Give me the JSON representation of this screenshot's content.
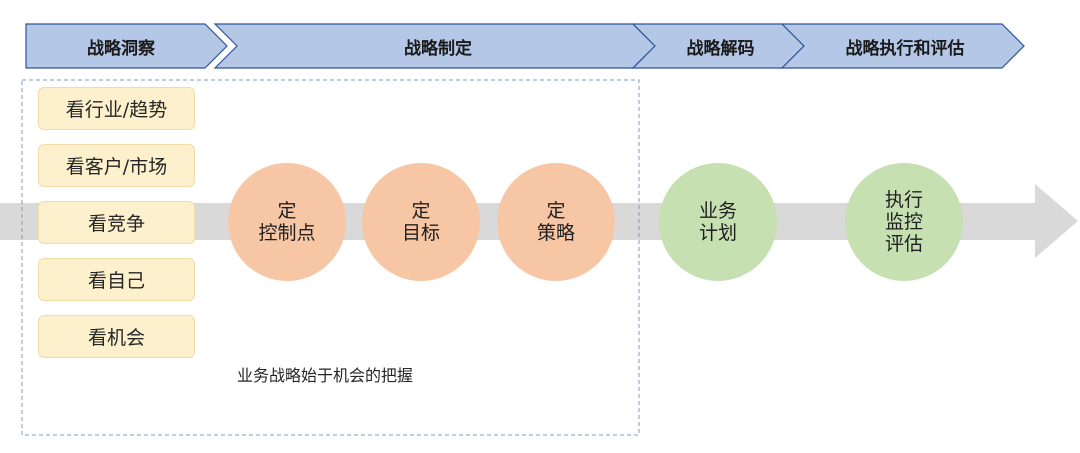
{
  "phases": [
    {
      "label": "战略洞察"
    },
    {
      "label": "战略制定"
    },
    {
      "label": "战略解码"
    },
    {
      "label": "战略执行和评估"
    }
  ],
  "insight_items": [
    "看行业/趋势",
    "看客户/市场",
    "看竞争",
    "看自己",
    "看机会"
  ],
  "circles": [
    {
      "text": "定\n控制点",
      "color": "#f7c6a5"
    },
    {
      "text": "定\n目标",
      "color": "#f7c6a5"
    },
    {
      "text": "定\n策略",
      "color": "#f7c6a5"
    },
    {
      "text": "业务\n计划",
      "color": "#c7e0b2"
    },
    {
      "text": "执行\n监控\n评估",
      "color": "#c7e0b2"
    }
  ],
  "caption": "业务战略始于机会的把握",
  "colors": {
    "chevron_fill": "#b4c7e7",
    "chevron_border": "#2f5597",
    "arrow": "#d9d9d9",
    "dashed_box": "#7f98c4"
  }
}
